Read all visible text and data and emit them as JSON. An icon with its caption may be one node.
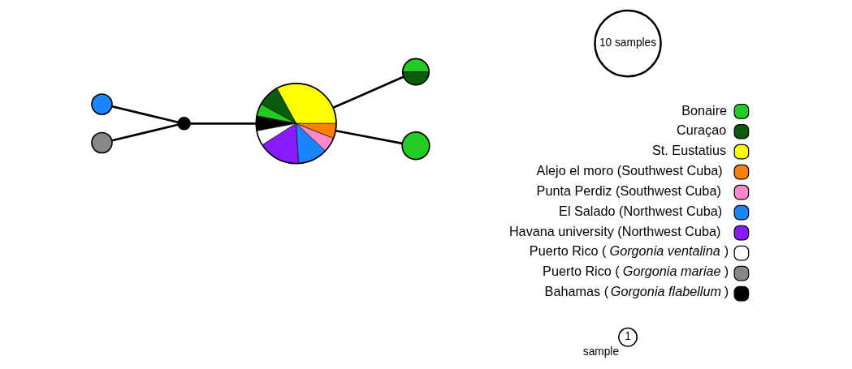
{
  "diagram": {
    "nodes": [
      {
        "text": [],
        "shape": "circle"
      },
      {
        "text": [],
        "shape": "circle"
      },
      {
        "text": [],
        "shape": "circle"
      },
      {
        "text": [],
        "shape": "circle"
      },
      {
        "text": [],
        "shape": "circle"
      },
      {
        "text": [],
        "shape": "circle"
      },
      {
        "text": [
          "10 samples"
        ]
      },
      {
        "text": [
          "1"
        ],
        "beside": [
          "sample"
        ]
      }
    ],
    "edges": [
      {
        "from": 0,
        "to": 2,
        "arrow": "none"
      },
      {
        "from": 1,
        "to": 2,
        "arrow": "none"
      },
      {
        "from": 2,
        "to": 3,
        "arrow": "none"
      },
      {
        "from": 3,
        "to": 4,
        "arrow": "none"
      },
      {
        "from": 3,
        "to": 5,
        "arrow": "none"
      }
    ],
    "legend": [
      {
        "text": "Bonaire",
        "color": "#22cc22"
      },
      {
        "text": "Curaçao",
        "color": "#0a5c0a"
      },
      {
        "text": "St. Eustatius",
        "color": "#ffff00"
      },
      {
        "text": "Alejo el moro (Southwest Cuba)",
        "color": "#ff8000"
      },
      {
        "text": "Punta Perdiz (Southwest Cuba)",
        "color": "#ff88cc"
      },
      {
        "text": "El Salado (Northwest Cuba)",
        "color": "#1a85ff"
      },
      {
        "text": "Havana university (Northwest Cuba)",
        "color": "#8a1aff"
      },
      {
        "text": "Puerto Rico (*Gorgonia ventalina*)",
        "color": "#ffffff"
      },
      {
        "text": "Puerto Rico (*Gorgonia mariae*)",
        "color": "#888888"
      },
      {
        "text": "Bahamas (*Gorgonia flabellum*)",
        "color": "#000000"
      }
    ]
  }
}
